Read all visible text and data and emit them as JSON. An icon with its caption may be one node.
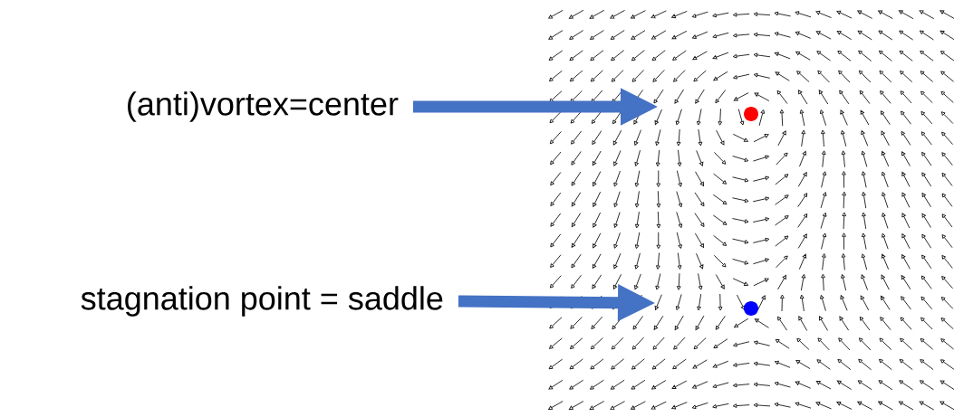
{
  "diagram": {
    "nodes": [
      {
        "text": [
          "(anti)vortex=center"
        ]
      },
      {
        "text": [
          "stagnation point = saddle"
        ]
      }
    ],
    "edges": [
      {
        "from": 0,
        "to": null,
        "arrow": "to"
      },
      {
        "from": 1,
        "to": null,
        "arrow": "to"
      }
    ]
  }
}
